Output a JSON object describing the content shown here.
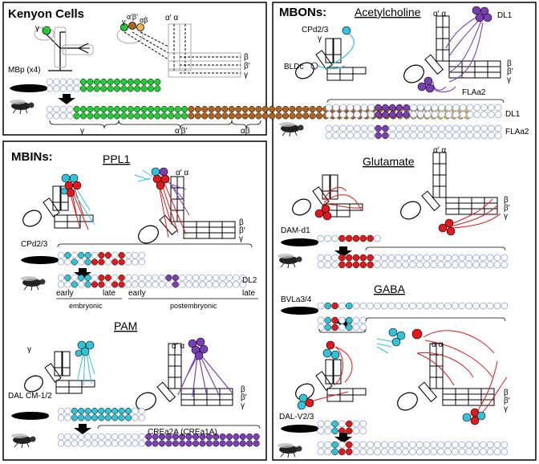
{
  "colors": {
    "green": "#22cc33",
    "brown": "#b0621e",
    "gold": "#f0b84a",
    "cyan": "#33c3d8",
    "red": "#e0191c",
    "purple": "#7b3fb5",
    "cell_outline": "#8a9cc8"
  },
  "panels": {
    "kenyon": {
      "title": "Kenyon Cells",
      "greek_lobes": [
        "α′ α",
        "β",
        "β′",
        "γ"
      ],
      "greek_small": [
        "γ",
        "α′β′",
        "αβ"
      ],
      "label_mbp": "MBp (x4)",
      "bar_labels": [
        "γ",
        "α′β′",
        "αβ"
      ]
    },
    "mbins": {
      "title": "MBINs:",
      "ppl1": {
        "title": "PPL1",
        "lobes": [
          "α′ α",
          "β",
          "β′",
          "γ"
        ],
        "label_cpd": "CPd2/3",
        "label_dl2": "DL2",
        "timeline": [
          "early",
          "late",
          "early",
          "late"
        ],
        "stage_embryonic": "embryonic",
        "stage_post": "postembryonic"
      },
      "pam": {
        "title": "PAM",
        "lobes": [
          "α′ α",
          "γ",
          "β",
          "β′",
          "γ"
        ],
        "label_dal": "DAL CM-1/2",
        "label_crea": "CREa2A (CREa1A)"
      }
    },
    "mbons": {
      "title": "MBONs:",
      "ach": {
        "title": "Acetylcholine",
        "labels": [
          "CPd2/3",
          "γ",
          "BLDc",
          "α′ α",
          "DL1",
          "β",
          "β′",
          "γ",
          "FLAa2"
        ],
        "row_labels": [
          "DL1",
          "FLAa2"
        ]
      },
      "glu": {
        "title": "Glutamate",
        "lobes": [
          "α′ α",
          "β",
          "β′",
          "γ"
        ],
        "label_dam": "DAM-d1"
      },
      "gaba": {
        "title": "GABA",
        "label_bvla": "BVLa3/4",
        "label_dalv": "DAL-V2/3",
        "lobes": [
          "α α",
          "β",
          "β′",
          "γ"
        ]
      }
    }
  }
}
